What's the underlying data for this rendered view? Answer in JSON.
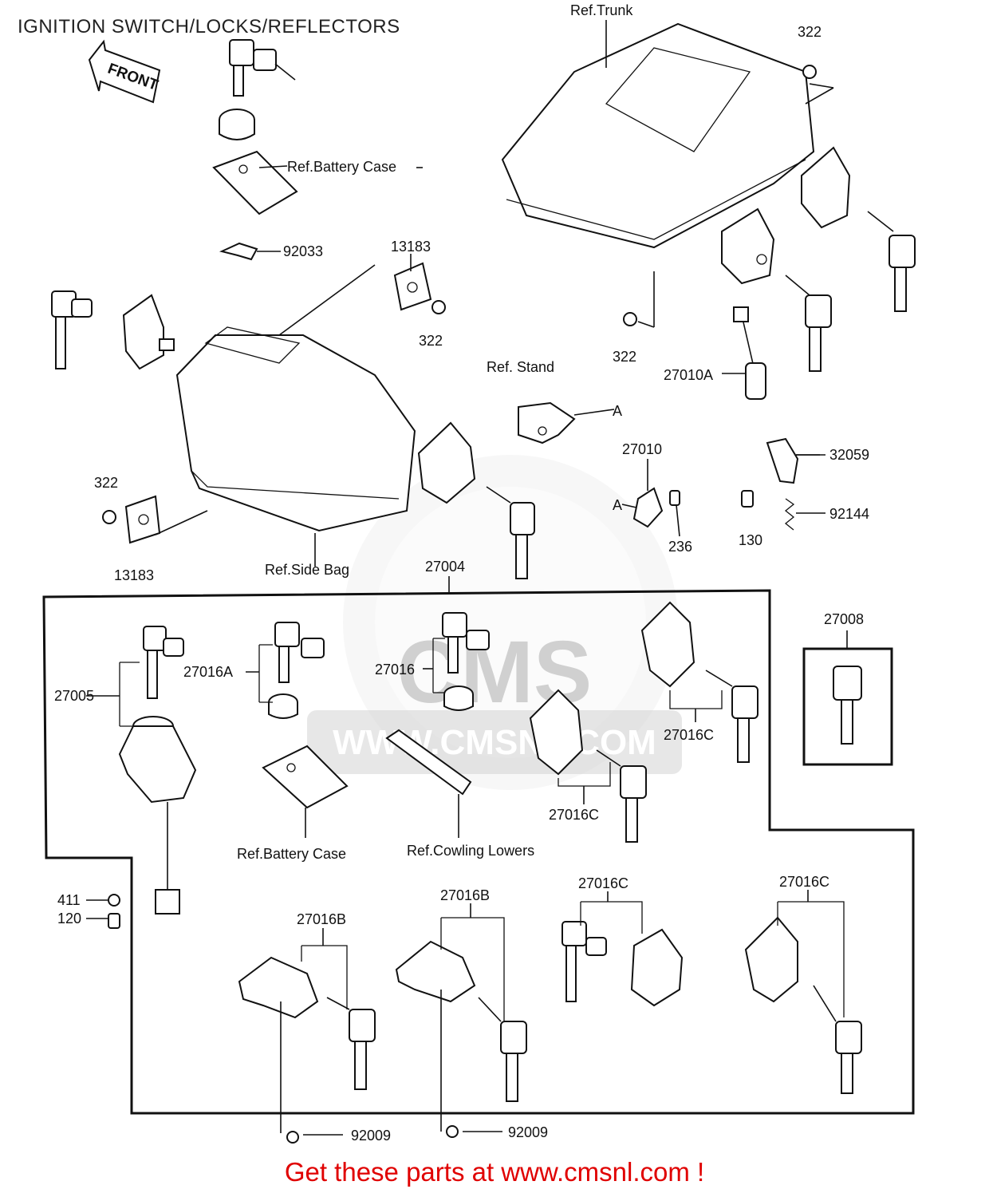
{
  "page_title": "IGNITION SWITCH/LOCKS/REFLECTORS",
  "call_to_action": "Get these parts at www.cmsnl.com !",
  "watermark": {
    "brand": "CMS",
    "url": "WWW.CMSNL.COM"
  },
  "front_arrow": "FRONT",
  "diagram": {
    "labels": {
      "ref_trunk": "Ref.Trunk",
      "p322_top": "322",
      "ref_battery_case_top": "Ref.Battery  Case",
      "p92033": "92033",
      "p13183_top": "13183",
      "p322_mid": "322",
      "p322_trunk": "322",
      "ref_stand": "Ref. Stand",
      "p27010A": "27010A",
      "a_stand": "A",
      "p27010": "27010",
      "a_27010": "A",
      "p32059": "32059",
      "p92144": "92144",
      "p236": "236",
      "p130": "130",
      "p322_left": "322",
      "p13183_bottom": "13183",
      "ref_side_bag": "Ref.Side Bag",
      "p27004": "27004",
      "p27008": "27008",
      "p27005": "27005",
      "p27016A": "27016A",
      "p27016": "27016",
      "p27016C_a": "27016C",
      "p27016C_b": "27016C",
      "ref_battery_case_bottom": "Ref.Battery Case",
      "ref_cowling_lowers": "Ref.Cowling Lowers",
      "p411": "411",
      "p120": "120",
      "p27016B_a": "27016B",
      "p27016B_b": "27016B",
      "p27016C_c": "27016C",
      "p27016C_d": "27016C",
      "p92009_a": "92009",
      "p92009_b": "92009"
    }
  }
}
